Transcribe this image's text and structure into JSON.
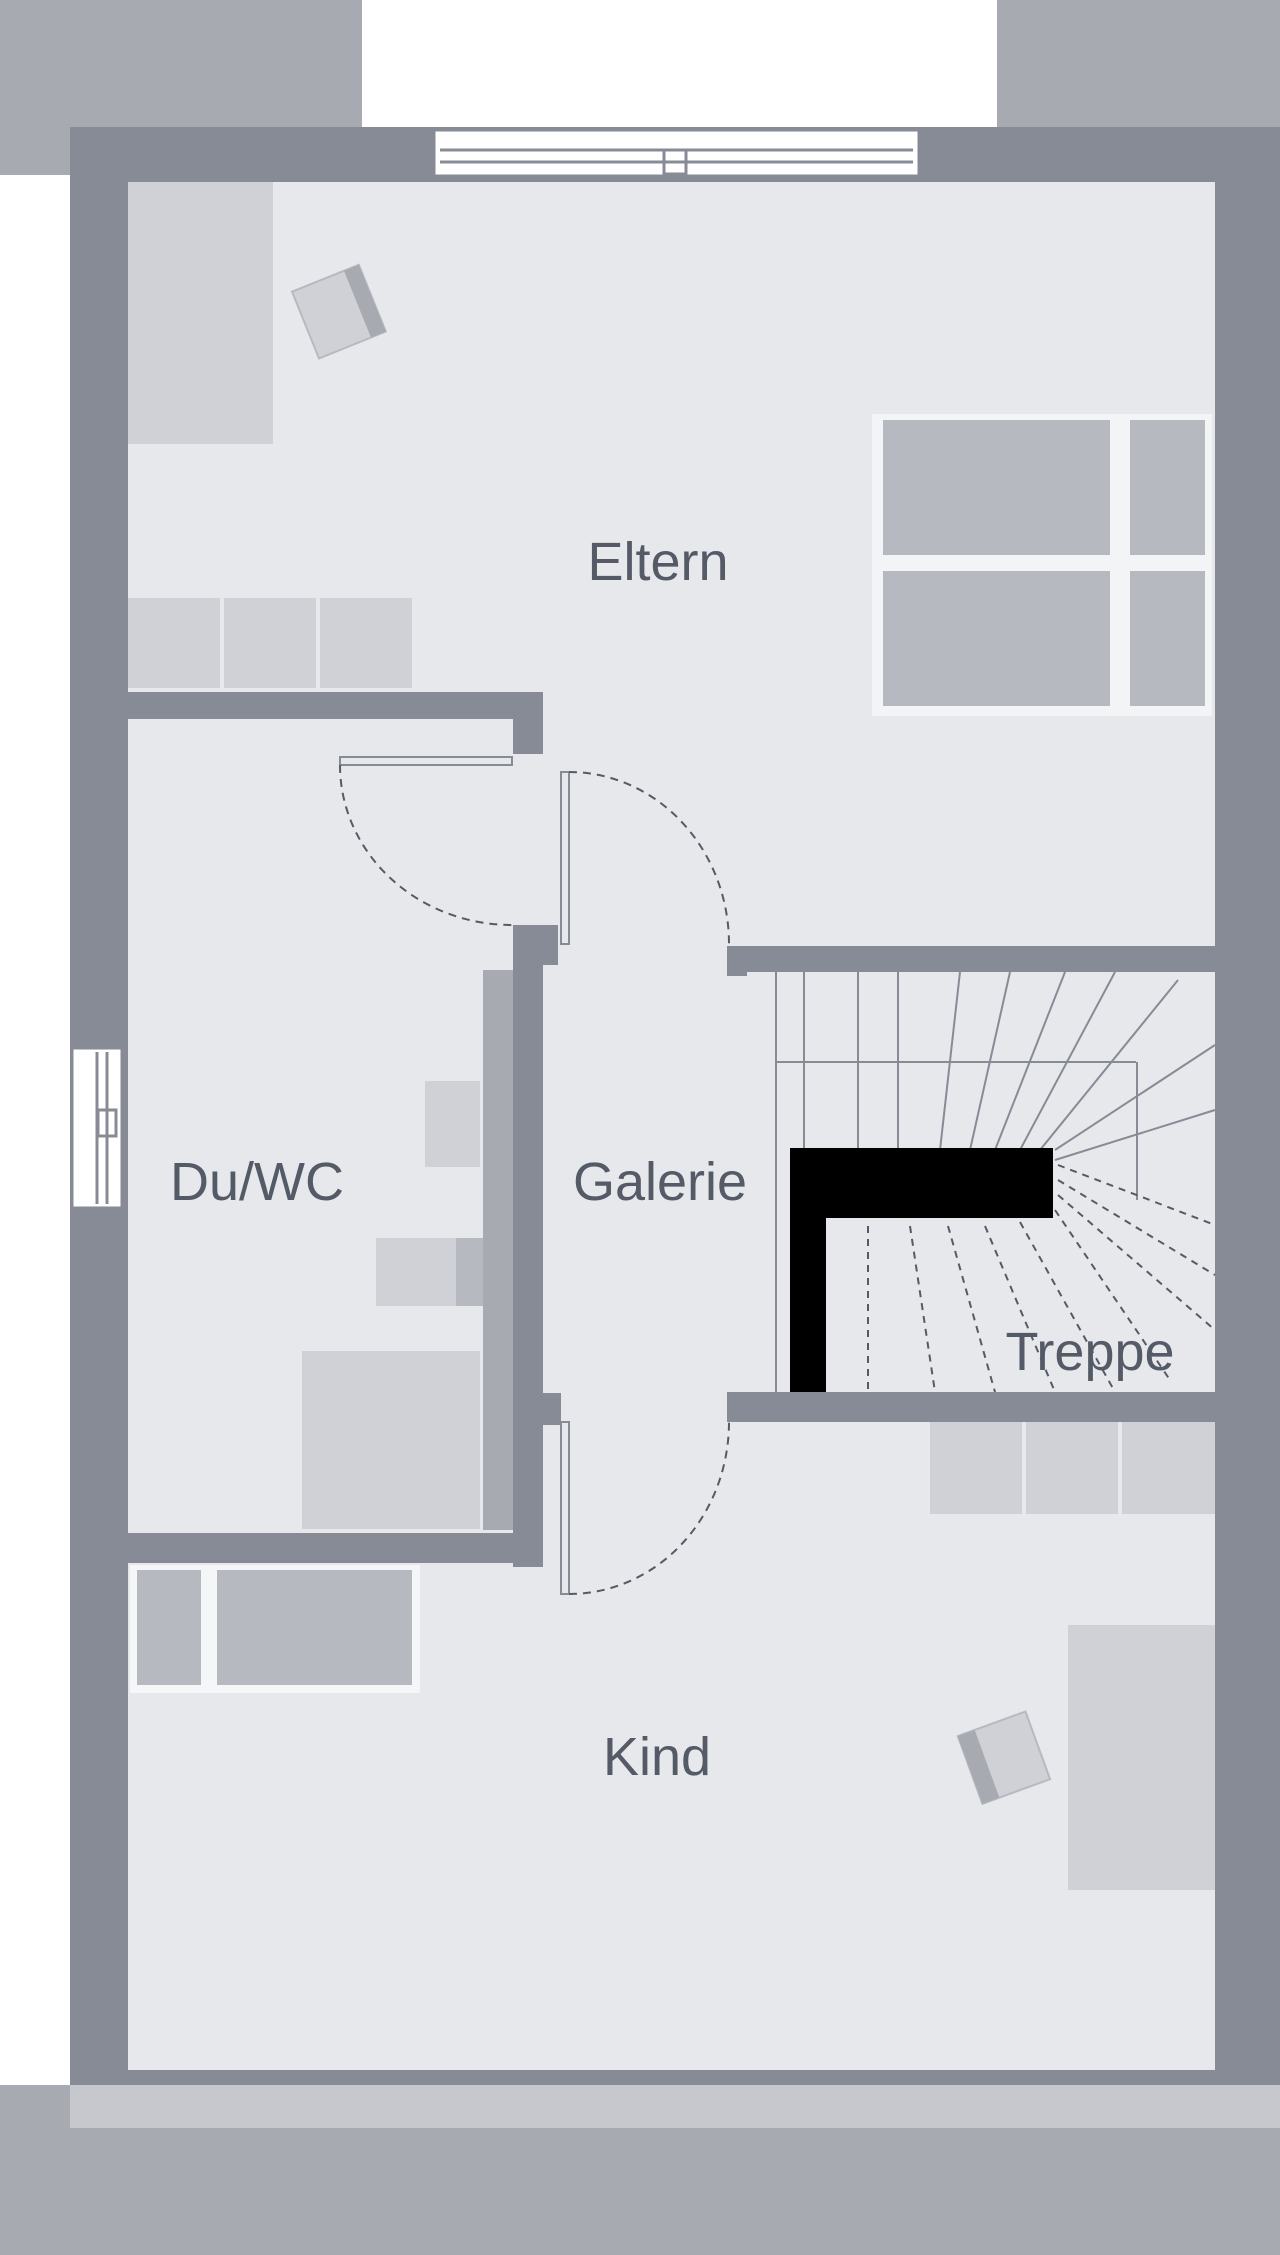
{
  "floorplan": {
    "rooms": {
      "parents": "Eltern",
      "bath": "Du/WC",
      "gallery": "Galerie",
      "stairs": "Treppe",
      "child": "Kind"
    },
    "colors": {
      "floor": "#e6e8ec",
      "wall": "#878b96",
      "outer_band": "#a8aab1",
      "furniture": "#b7b9c1",
      "furniture_light": "#cfd1d7",
      "chimney": "#000000",
      "label": "#545a66"
    }
  }
}
